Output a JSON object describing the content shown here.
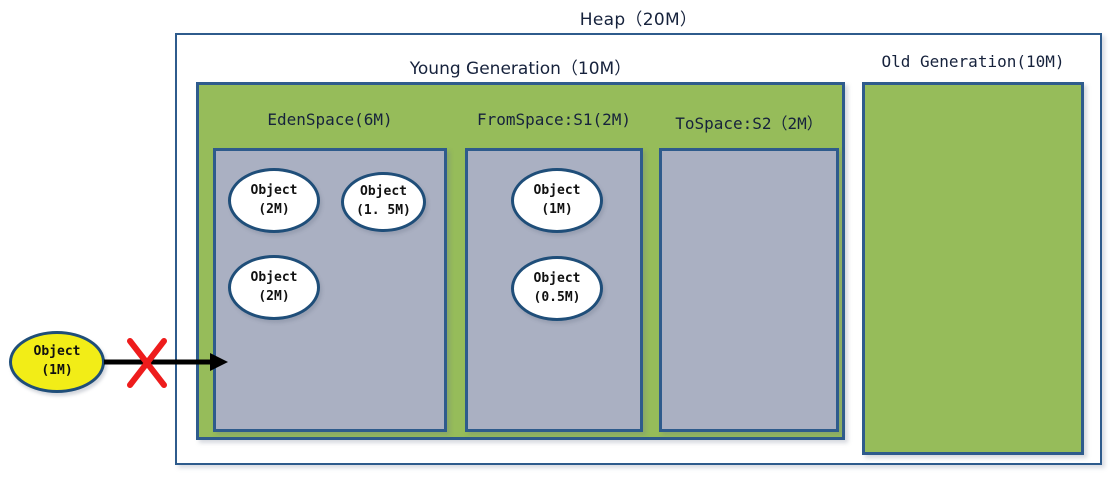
{
  "diagram": {
    "heap": {
      "title": "Heap（20M）"
    },
    "young_generation": {
      "title": "Young Generation（10M）",
      "spaces": [
        {
          "name": "eden",
          "title": "EdenSpace(6M)",
          "objects": [
            {
              "line1": "Object",
              "line2": "(2M)"
            },
            {
              "line1": "Object",
              "line2": "(1. 5M)"
            },
            {
              "line1": "Object",
              "line2": "(2M)"
            }
          ]
        },
        {
          "name": "from-space",
          "title": "FromSpace:S1(2M)",
          "objects": [
            {
              "line1": "Object",
              "line2": "(1M)"
            },
            {
              "line1": "Object",
              "line2": "(0.5M)"
            }
          ]
        },
        {
          "name": "to-space",
          "title": "ToSpace:S2（2M）",
          "objects": []
        }
      ]
    },
    "old_generation": {
      "title": "Old Generation(10M)",
      "objects": []
    },
    "rejected_object": {
      "line1": "Object",
      "line2": "(1M)"
    },
    "annotations": {
      "arrow": "allocation-arrow",
      "blocked_marker": "red-x-blocked"
    },
    "colors": {
      "generation_green": "#96bc5a",
      "space_gray": "#aab0c2",
      "border_blue": "#2e5b8c",
      "object_border": "#1f4e79",
      "rejected_fill": "#f2ed17",
      "blocked_red": "#ee1c1c",
      "arrow_black": "#000000",
      "text_dark": "#16223c"
    }
  }
}
